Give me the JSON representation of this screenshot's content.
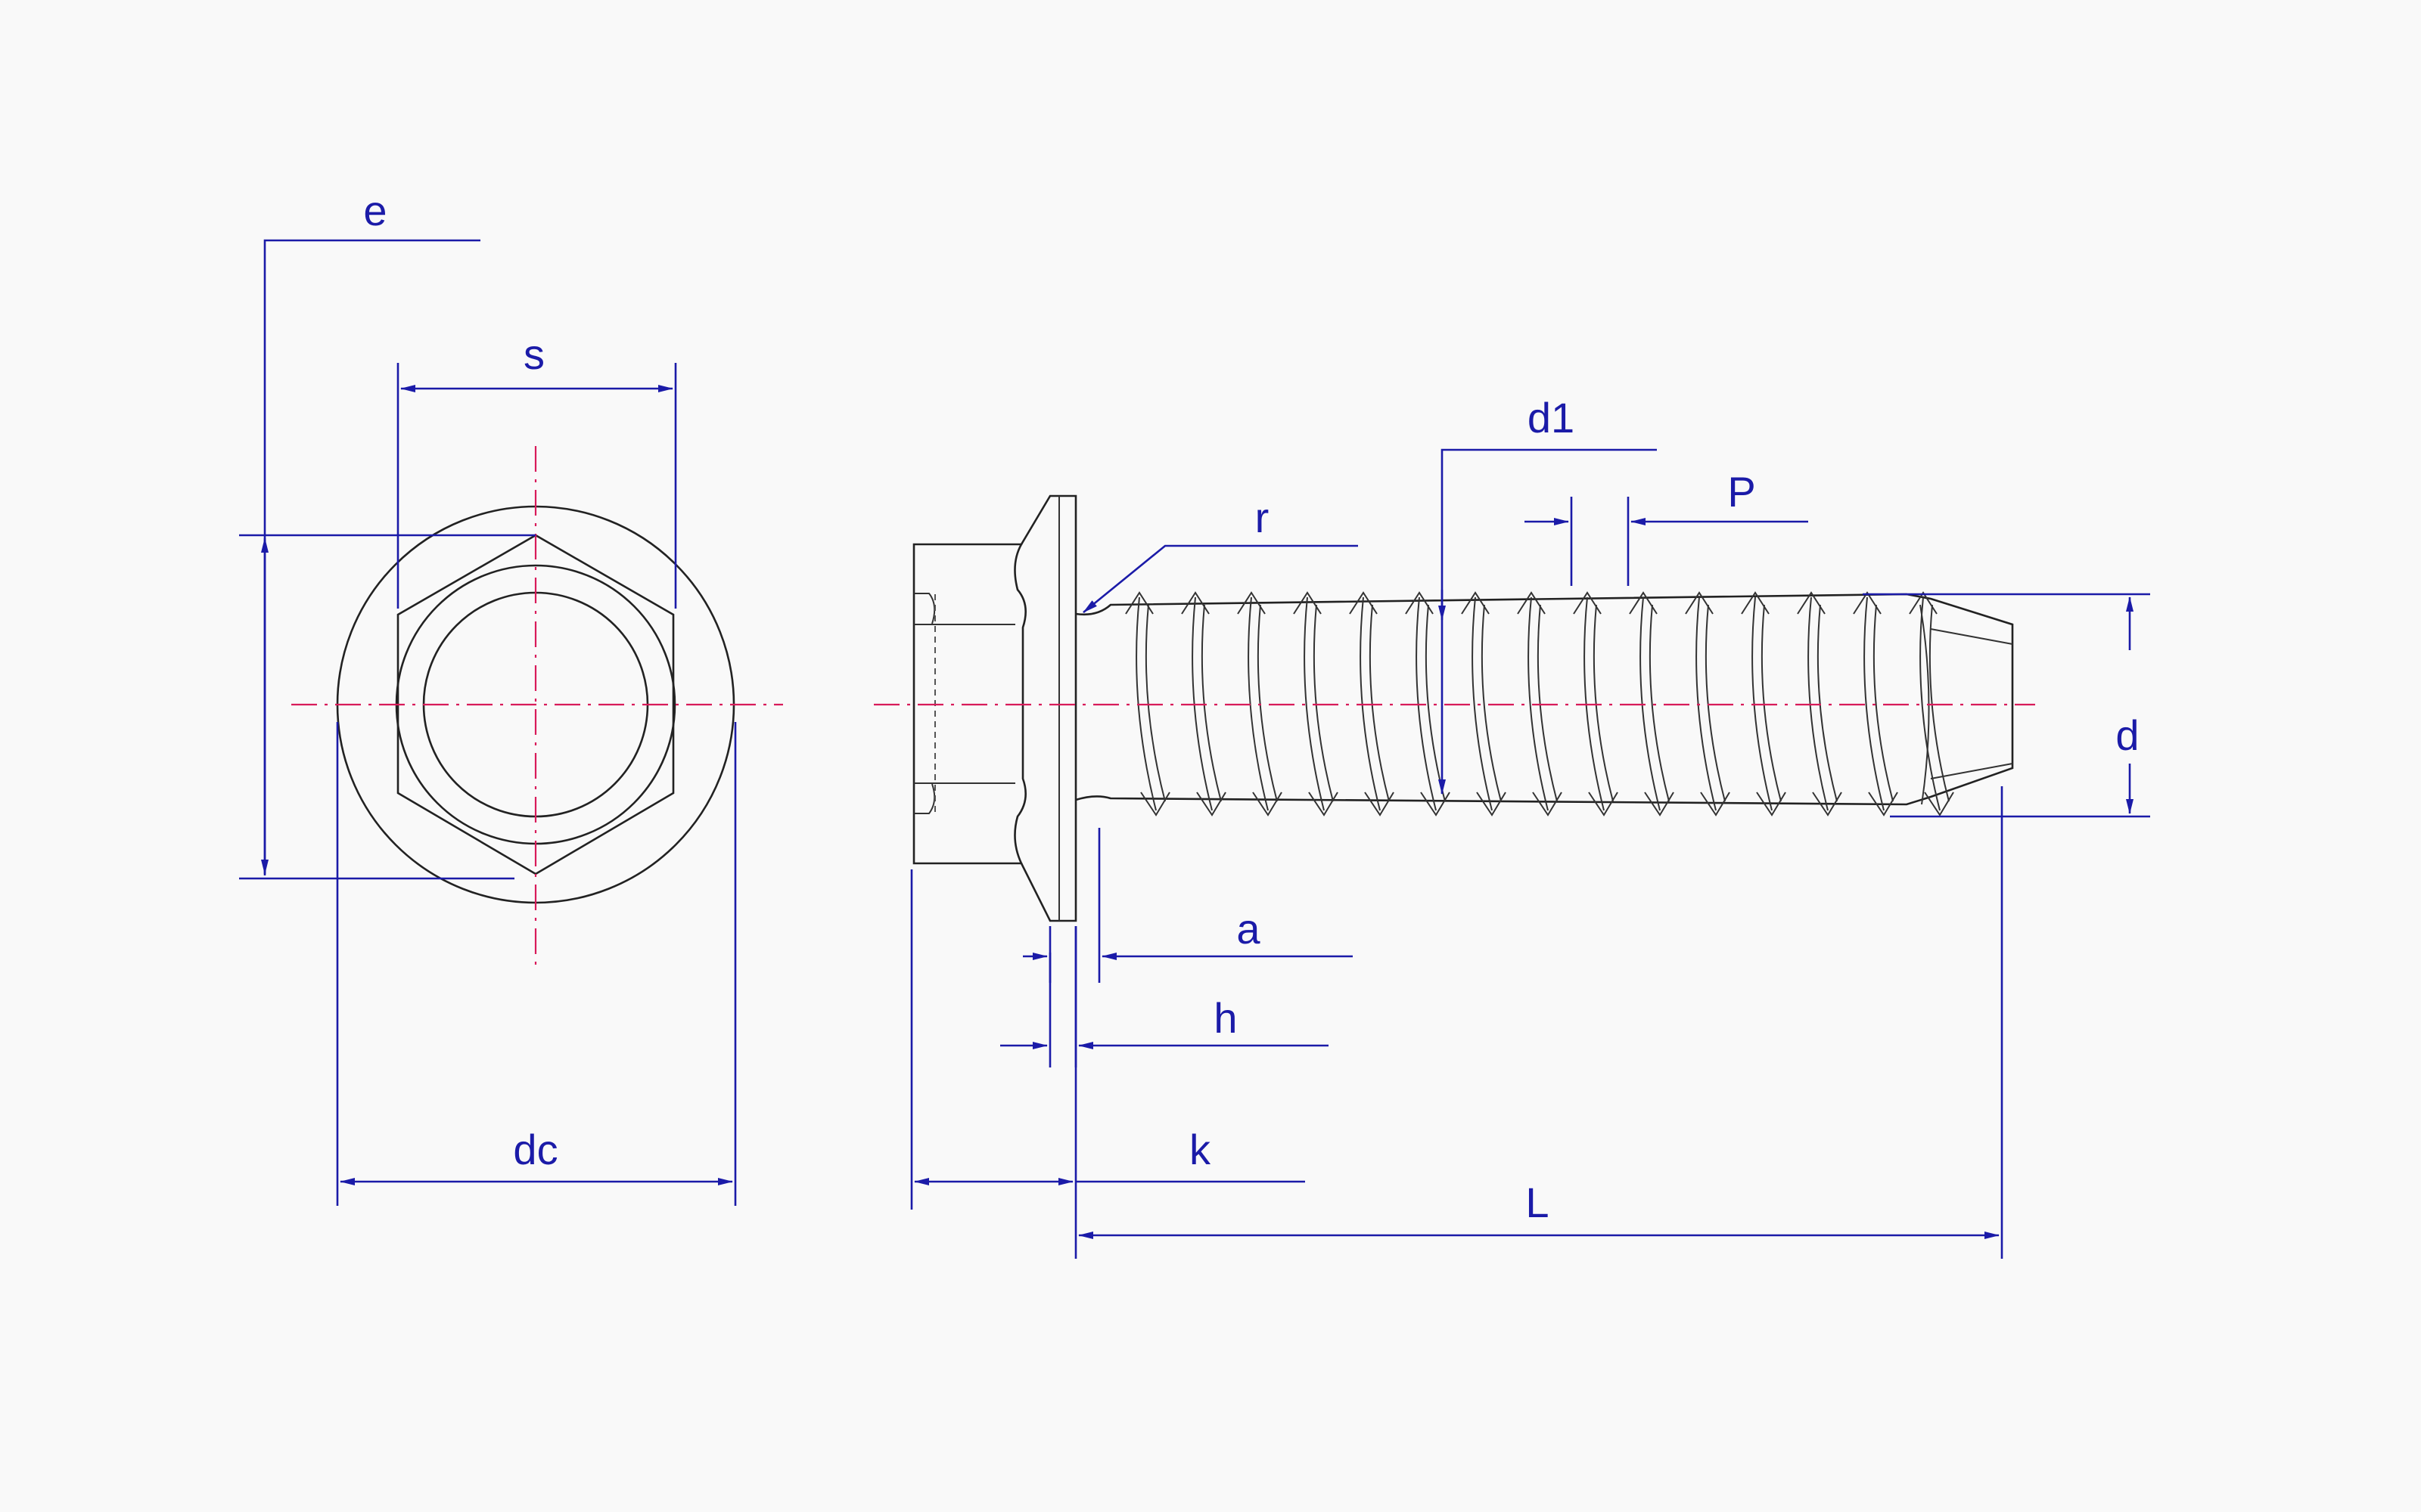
{
  "labels": {
    "e": "e",
    "s": "s",
    "dc": "dc",
    "r": "r",
    "d1": "d1",
    "P": "P",
    "d": "d",
    "a": "a",
    "h": "h",
    "k": "k",
    "L": "L"
  },
  "colors": {
    "dimension": "#1b1ba8",
    "centerline": "#d81b5a",
    "outline": "#222222",
    "background": "#f9f9f9"
  }
}
